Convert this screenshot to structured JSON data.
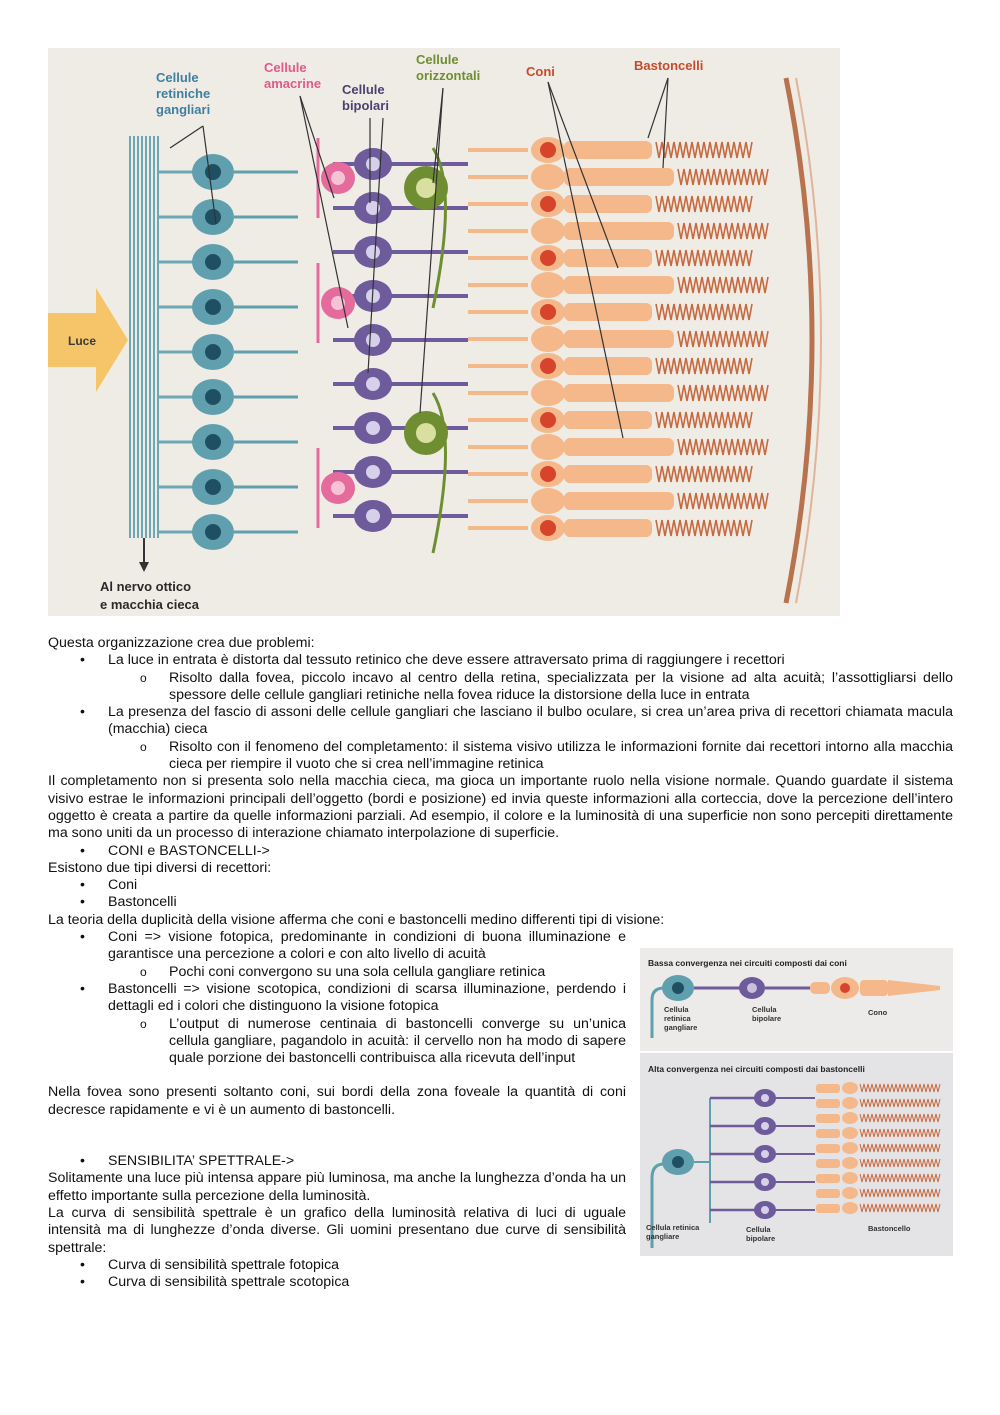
{
  "figure_main": {
    "labels": {
      "ganglion": [
        "Cellule",
        "retiniche",
        "gangliari"
      ],
      "amacrine": [
        "Cellule",
        "amacrine"
      ],
      "bipolar": [
        "Cellule",
        "bipolari"
      ],
      "horizontal": [
        "Cellule",
        "orizzontali"
      ],
      "cones": "Coni",
      "rods": "Bastoncelli",
      "light": "Luce",
      "optic_nerve": [
        "Al nervo ottico",
        "e macchia cieca"
      ]
    },
    "colors": {
      "ganglion": "#5f9fae",
      "amacrine": "#e56b9c",
      "bipolar": "#6d5b9c",
      "horizontal": "#6f8e31",
      "photoreceptor": "#f4b88b",
      "cone_nucleus": "#d8432b",
      "light_arrow": "#f6c56a"
    }
  },
  "figure_side": {
    "low_title": "Bassa convergenza nei circuiti composti dai coni",
    "high_title": "Alta convergenza nei circuiti composti dai bastoncelli",
    "low_labels": {
      "ganglion": [
        "Cellula",
        "retinica",
        "gangliare"
      ],
      "bipolar": [
        "Cellula",
        "bipolare"
      ],
      "cone": "Cono"
    },
    "high_labels": {
      "ganglion": [
        "Cellula retinica",
        "gangliare"
      ],
      "bipolar": [
        "Cellula",
        "bipolare"
      ],
      "rod": "Bastoncello"
    }
  },
  "text": {
    "intro": "Questa organizzazione crea due problemi:",
    "b1": "La luce in entrata è distorta dal tessuto retinico che deve essere attraversato prima di raggiungere i recettori",
    "b1_sub": "Risolto dalla fovea, piccolo incavo al centro della retina, specializzata per la visione ad alta acuità; l’assottigliarsi dello spessore delle cellule gangliari retiniche nella fovea riduce la distorsione della luce in entrata",
    "b2": "La presenza del fascio di assoni delle cellule gangliari che lasciano il bulbo oculare, si crea un’area priva di recettori chiamata macula (macchia) cieca",
    "b2_sub": "Risolto con il fenomeno del completamento: il sistema visivo utilizza le informazioni fornite dai recettori intorno alla macchia cieca per riempire il vuoto che si crea nell’immagine retinica",
    "completion": "Il completamento non si presenta solo nella macchia cieca, ma gioca un importante ruolo nella visione normale. Quando guardate il sistema visivo estrae le informazioni principali dell’oggetto (bordi e posizione) ed invia queste informazioni alla corteccia, dove la percezione dell’intero oggetto è creata a partire da quelle informazioni parziali. Ad esempio, il colore e la luminosità di una superficie non sono percepiti direttamente ma sono uniti da un processo di interazione chiamato interpolazione di superficie.",
    "sec_coni": "CONI e BASTONCELLI->",
    "two_types": "Esistono due tipi diversi di recettori:",
    "coni": "Coni",
    "bastoncelli": "Bastoncelli",
    "duplicity": "La teoria della duplicità della visione afferma che coni e bastoncelli medino differenti tipi di visione:",
    "coni_vis": "Coni => visione fotopica, predominante in condizioni di buona illuminazione e garantisce una percezione a colori e con alto livello di acuità",
    "coni_sub": "Pochi coni convergono su una sola cellula gangliare retinica",
    "bast_vis": "Bastoncelli => visione scotopica, condizioni di scarsa illuminazione, perdendo i dettagli ed i colori che distinguono la visione fotopica",
    "bast_sub": "L’output di numerose centinaia di bastoncelli converge su un’unica cellula gangliare, pagandolo in acuità: il cervello non ha modo di sapere quale porzione dei bastoncelli contribuisca alla ricevuta dell’input",
    "fovea": "Nella fovea sono presenti soltanto coni, sui bordi della zona foveale la quantità di coni decresce rapidamente e vi è un aumento di bastoncelli.",
    "sec_spettrale": "SENSIBILITA’ SPETTRALE->",
    "luce": "Solitamente una luce più intensa appare più luminosa, ma anche la lunghezza d’onda ha un effetto importante sulla percezione della luminosità.",
    "curva": "La curva di sensibilità spettrale è un grafico della luminosità relativa di luci di uguale intensità ma di lunghezze d’onda diverse. Gli uomini presentano due curve di sensibilità spettrale:",
    "curva1": "Curva di sensibilità spettrale fotopica",
    "curva2": "Curva di sensibilità spettrale scotopica"
  }
}
